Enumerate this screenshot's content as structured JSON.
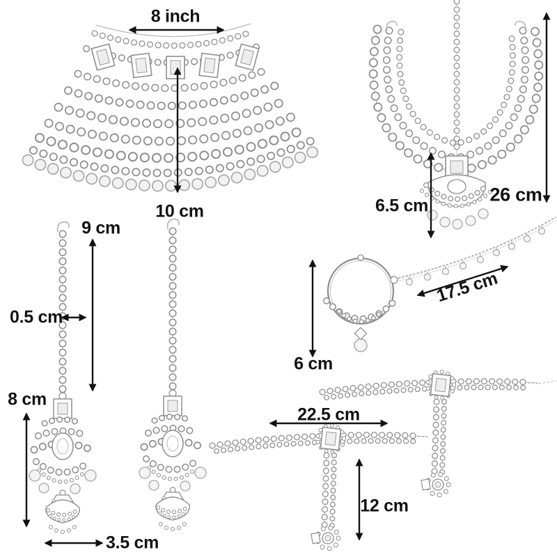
{
  "figure": {
    "kind": "product-dimension-diagram",
    "subject": "Bridal kundan and pearl jewellery set in silver / white tone"
  },
  "colors": {
    "background": "#ffffff",
    "annotation": "#121212",
    "jewellery_outline": "#8d8d8d",
    "pearl": "#f4f4f4"
  },
  "labels": {
    "choker_width": "8 inch",
    "choker_drop": "10 cm",
    "matha_patti_length": "26 cm",
    "matha_patti_pendant_drop": "6.5 cm",
    "earring_chain_length": "9 cm",
    "earring_chain_width": "0.5 cm",
    "earring_drop_length": "8 cm",
    "jhumka_width": "3.5 cm",
    "nath_chain_length": "17.5 cm",
    "nath_ring_height": "6 cm",
    "haath_phool_width": "22.5 cm",
    "haath_phool_drop": "12 cm"
  },
  "pieces": [
    {
      "name": "choker-necklace",
      "measurements": [
        "choker_width",
        "choker_drop"
      ]
    },
    {
      "name": "matha-patti-head-chain",
      "measurements": [
        "matha_patti_length",
        "matha_patti_pendant_drop"
      ]
    },
    {
      "name": "jhumka-chain-earrings",
      "measurements": [
        "earring_chain_length",
        "earring_chain_width",
        "earring_drop_length",
        "jhumka_width"
      ]
    },
    {
      "name": "nath-nose-ring-with-chain",
      "measurements": [
        "nath_chain_length",
        "nath_ring_height"
      ]
    },
    {
      "name": "haath-phool-hand-harness",
      "measurements": [
        "haath_phool_width",
        "haath_phool_drop"
      ]
    }
  ]
}
